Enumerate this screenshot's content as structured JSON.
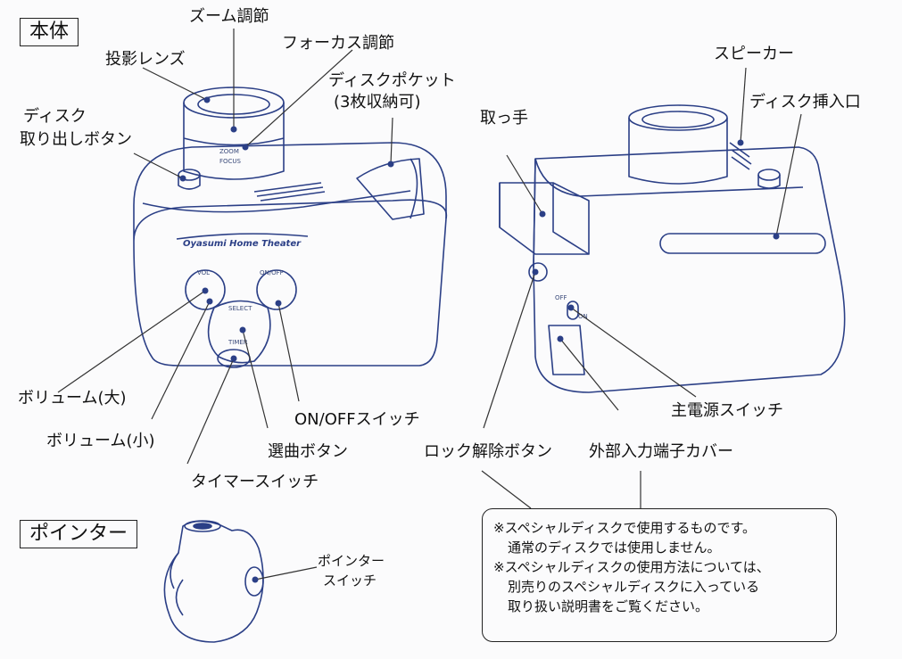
{
  "sections": {
    "body_title": "本体",
    "pointer_title": "ポインター"
  },
  "labels": {
    "zoom": "ズーム調節",
    "lens": "投影レンズ",
    "focus": "フォーカス調節",
    "disc_pocket": "ディスクポケット",
    "disc_pocket_sub": "(3枚収納可)",
    "eject_1": "ディスク",
    "eject_2": "取り出しボタン",
    "handle": "取っ手",
    "speaker": "スピーカー",
    "disc_slot": "ディスク挿入口",
    "vol_up": "ボリューム(大)",
    "vol_down": "ボリューム(小)",
    "onoff": "ON/OFFスイッチ",
    "select": "選曲ボタン",
    "timer": "タイマースイッチ",
    "lock_release": "ロック解除ボタン",
    "ext_input": "外部入力端子カバー",
    "main_power": "主電源スイッチ",
    "pointer_switch_1": "ポインター",
    "pointer_switch_2": "スイッチ"
  },
  "device_print": {
    "brand": "Oyasumi Home Theater",
    "vol": "VOL",
    "onoff": "ON/OFF",
    "select": "SELECT",
    "timer": "TIMER",
    "zoom": "ZOOM",
    "focus": "FOCUS",
    "off": "OFF",
    "on": "ON"
  },
  "note": {
    "line1": "※スペシャルディスクで使用するものです。",
    "line2": "通常のディスクでは使用しません。",
    "line3": "※スペシャルディスクの使用方法については、",
    "line4": "別売りのスペシャルディスクに入っている",
    "line5": "取り扱い説明書をご覧ください。"
  },
  "colors": {
    "outline": "#2b3f86",
    "leader": "#333333",
    "dot": "#2b3f86"
  }
}
